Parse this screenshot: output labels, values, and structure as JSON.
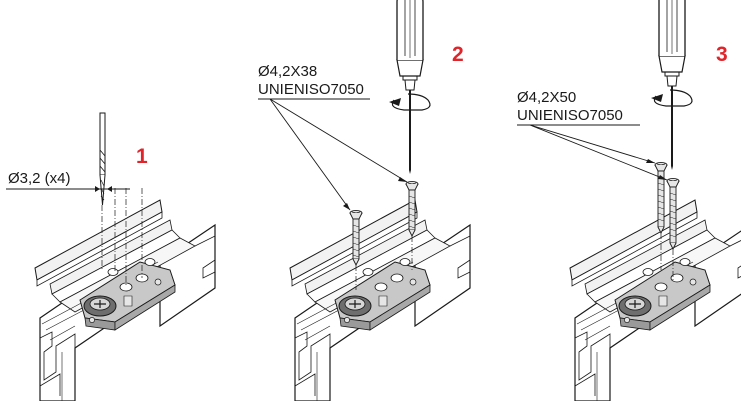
{
  "steps": [
    {
      "number": "1",
      "drill_label": "Ø3,2 (x4)"
    },
    {
      "number": "2",
      "screw_size": "Ø4,2X38",
      "screw_standard": "UNIENISO7050"
    },
    {
      "number": "3",
      "screw_size": "Ø4,2X50",
      "screw_standard": "UNIENISO7050"
    }
  ],
  "colors": {
    "step_number": "#e0242a",
    "line": "#1a1a1a",
    "profile_fill": "#ffffff",
    "hardware_fill": "#c8c8c8",
    "screw_fill": "#e6e6e6"
  }
}
